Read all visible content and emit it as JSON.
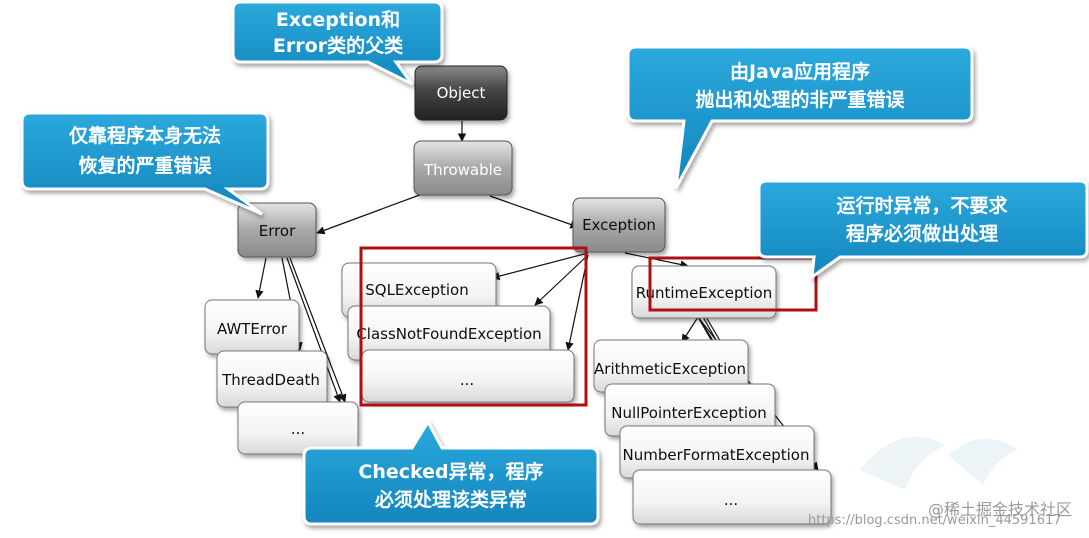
{
  "nodes": {
    "object": "Object",
    "throwable": "Throwable",
    "error": "Error",
    "exception": "Exception",
    "awt_error": "AWTError",
    "thread_death": "ThreadDeath",
    "error_more": "...",
    "sql_exception": "SQLException",
    "class_not_found": "ClassNotFoundException",
    "checked_more": "...",
    "runtime_exception": "RuntimeException",
    "arithmetic_exception": "ArithmeticException",
    "null_pointer_exception": "NullPointerException",
    "number_format_exception": "NumberFormatException",
    "runtime_more": "..."
  },
  "callouts": {
    "parent": [
      "Exception和",
      "Error类的父类"
    ],
    "error": [
      "仅靠程序本身无法",
      "恢复的严重错误"
    ],
    "exception": [
      "由Java应用程序",
      "抛出和处理的非严重错误"
    ],
    "runtime": [
      "运行时异常，不要求",
      "程序必须做出处理"
    ],
    "checked": [
      "Checked异常，程序",
      "必须处理该类异常"
    ]
  },
  "watermark": {
    "url": "https://blog.csdn.net/weixin_44591617",
    "site": "@稀土掘金技术社区"
  },
  "colors": {
    "callout": "#1b97cf",
    "highlight_box": "#b00f12",
    "dark_node": "#4a4a4a",
    "gray_node": "#9c9c9c"
  }
}
